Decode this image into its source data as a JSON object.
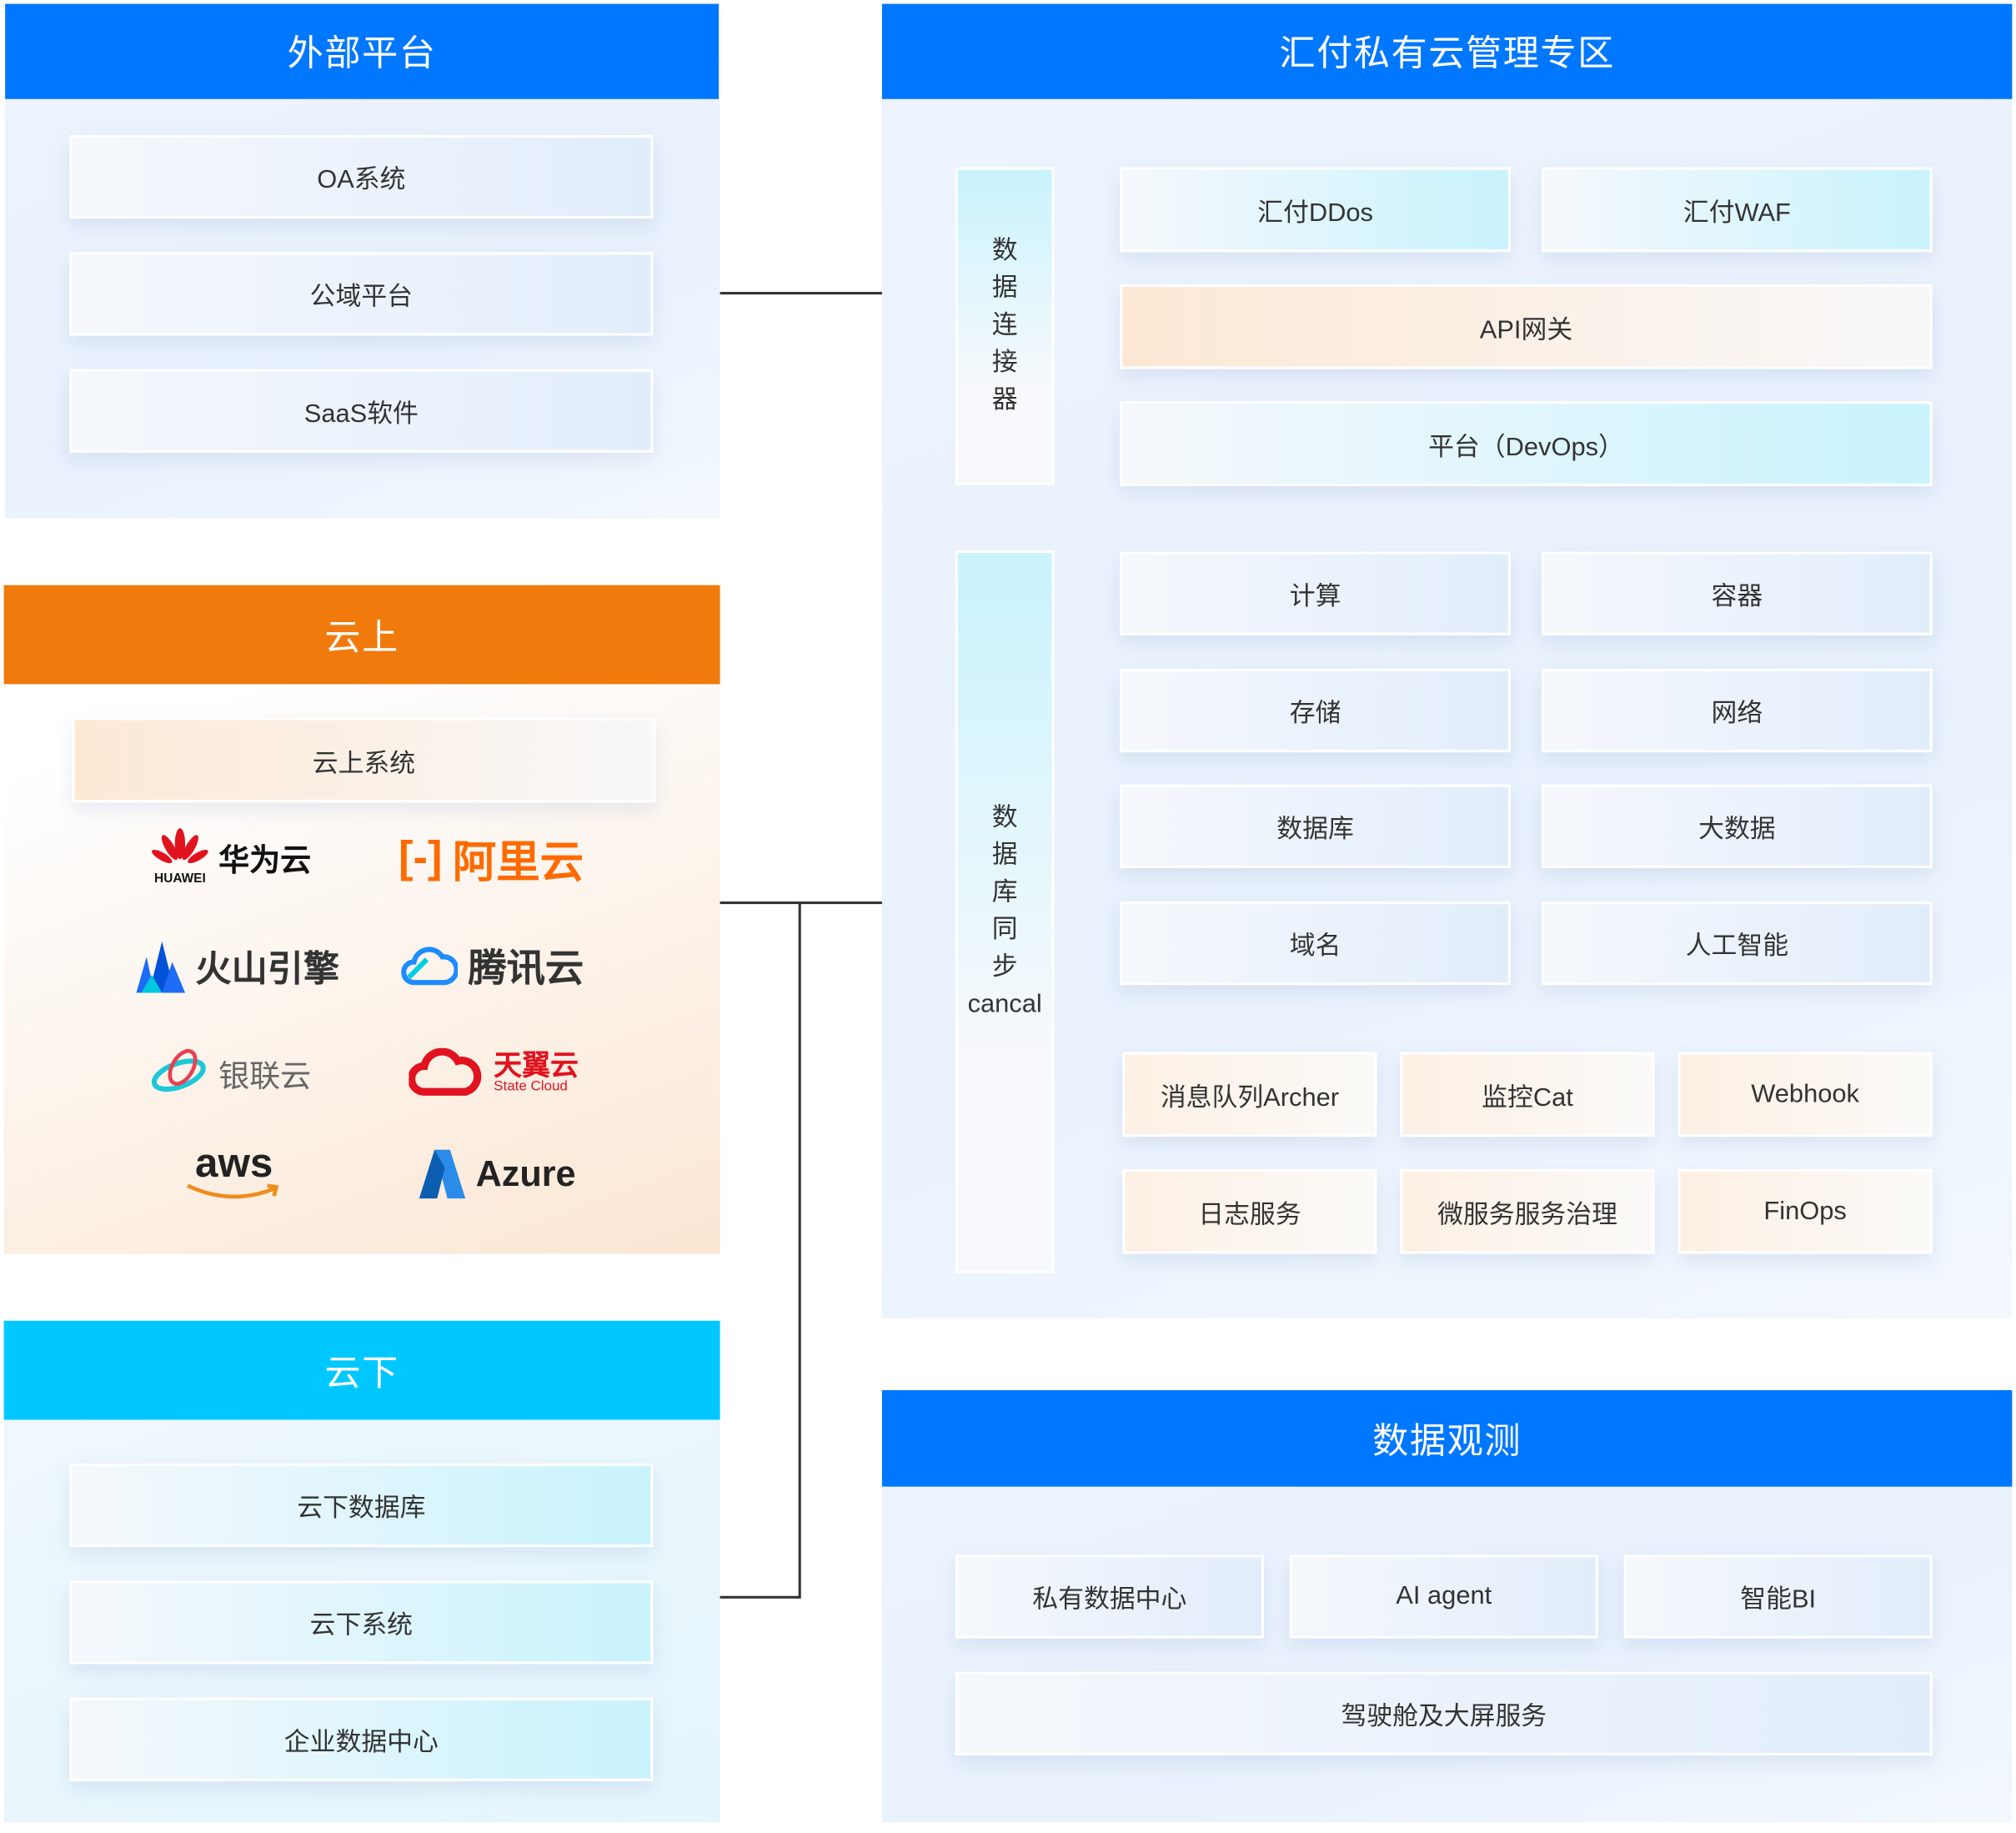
{
  "external": {
    "title": "外部平台",
    "items": [
      "OA系统",
      "公域平台",
      "SaaS软件"
    ]
  },
  "cloud_on": {
    "title": "云上",
    "system": "云上系统",
    "logos": {
      "huawei": "华为云",
      "huawei_en": "HUAWEI",
      "aliyun": "阿里云",
      "volc": "火山引擎",
      "tencent": "腾讯云",
      "unionpay": "银联云",
      "ctyun": "天翼云",
      "ctyun_en": "State Cloud",
      "aws": "aws",
      "azure": "Azure"
    }
  },
  "cloud_off": {
    "title": "云下",
    "items": [
      "云下数据库",
      "云下系统",
      "企业数据中心"
    ]
  },
  "private": {
    "title": "汇付私有云管理专区",
    "connector": [
      "数",
      "据",
      "连",
      "接",
      "器"
    ],
    "sync": [
      "数",
      "据",
      "库",
      "同",
      "步",
      "cancal"
    ],
    "security": [
      "汇付DDos",
      "汇付WAF"
    ],
    "gateway": "API网关",
    "platform": "平台（DevOps）",
    "infra": [
      "计算",
      "容器",
      "存储",
      "网络",
      "数据库",
      "大数据",
      "域名",
      "人工智能"
    ],
    "services": [
      "消息队列Archer",
      "监控Cat",
      "Webhook",
      "日志服务",
      "微服务服务治理",
      "FinOps"
    ]
  },
  "observe": {
    "title": "数据观测",
    "items": [
      "私有数据中心",
      "AI agent",
      "智能BI"
    ],
    "cockpit": "驾驶舱及大屏服务"
  }
}
